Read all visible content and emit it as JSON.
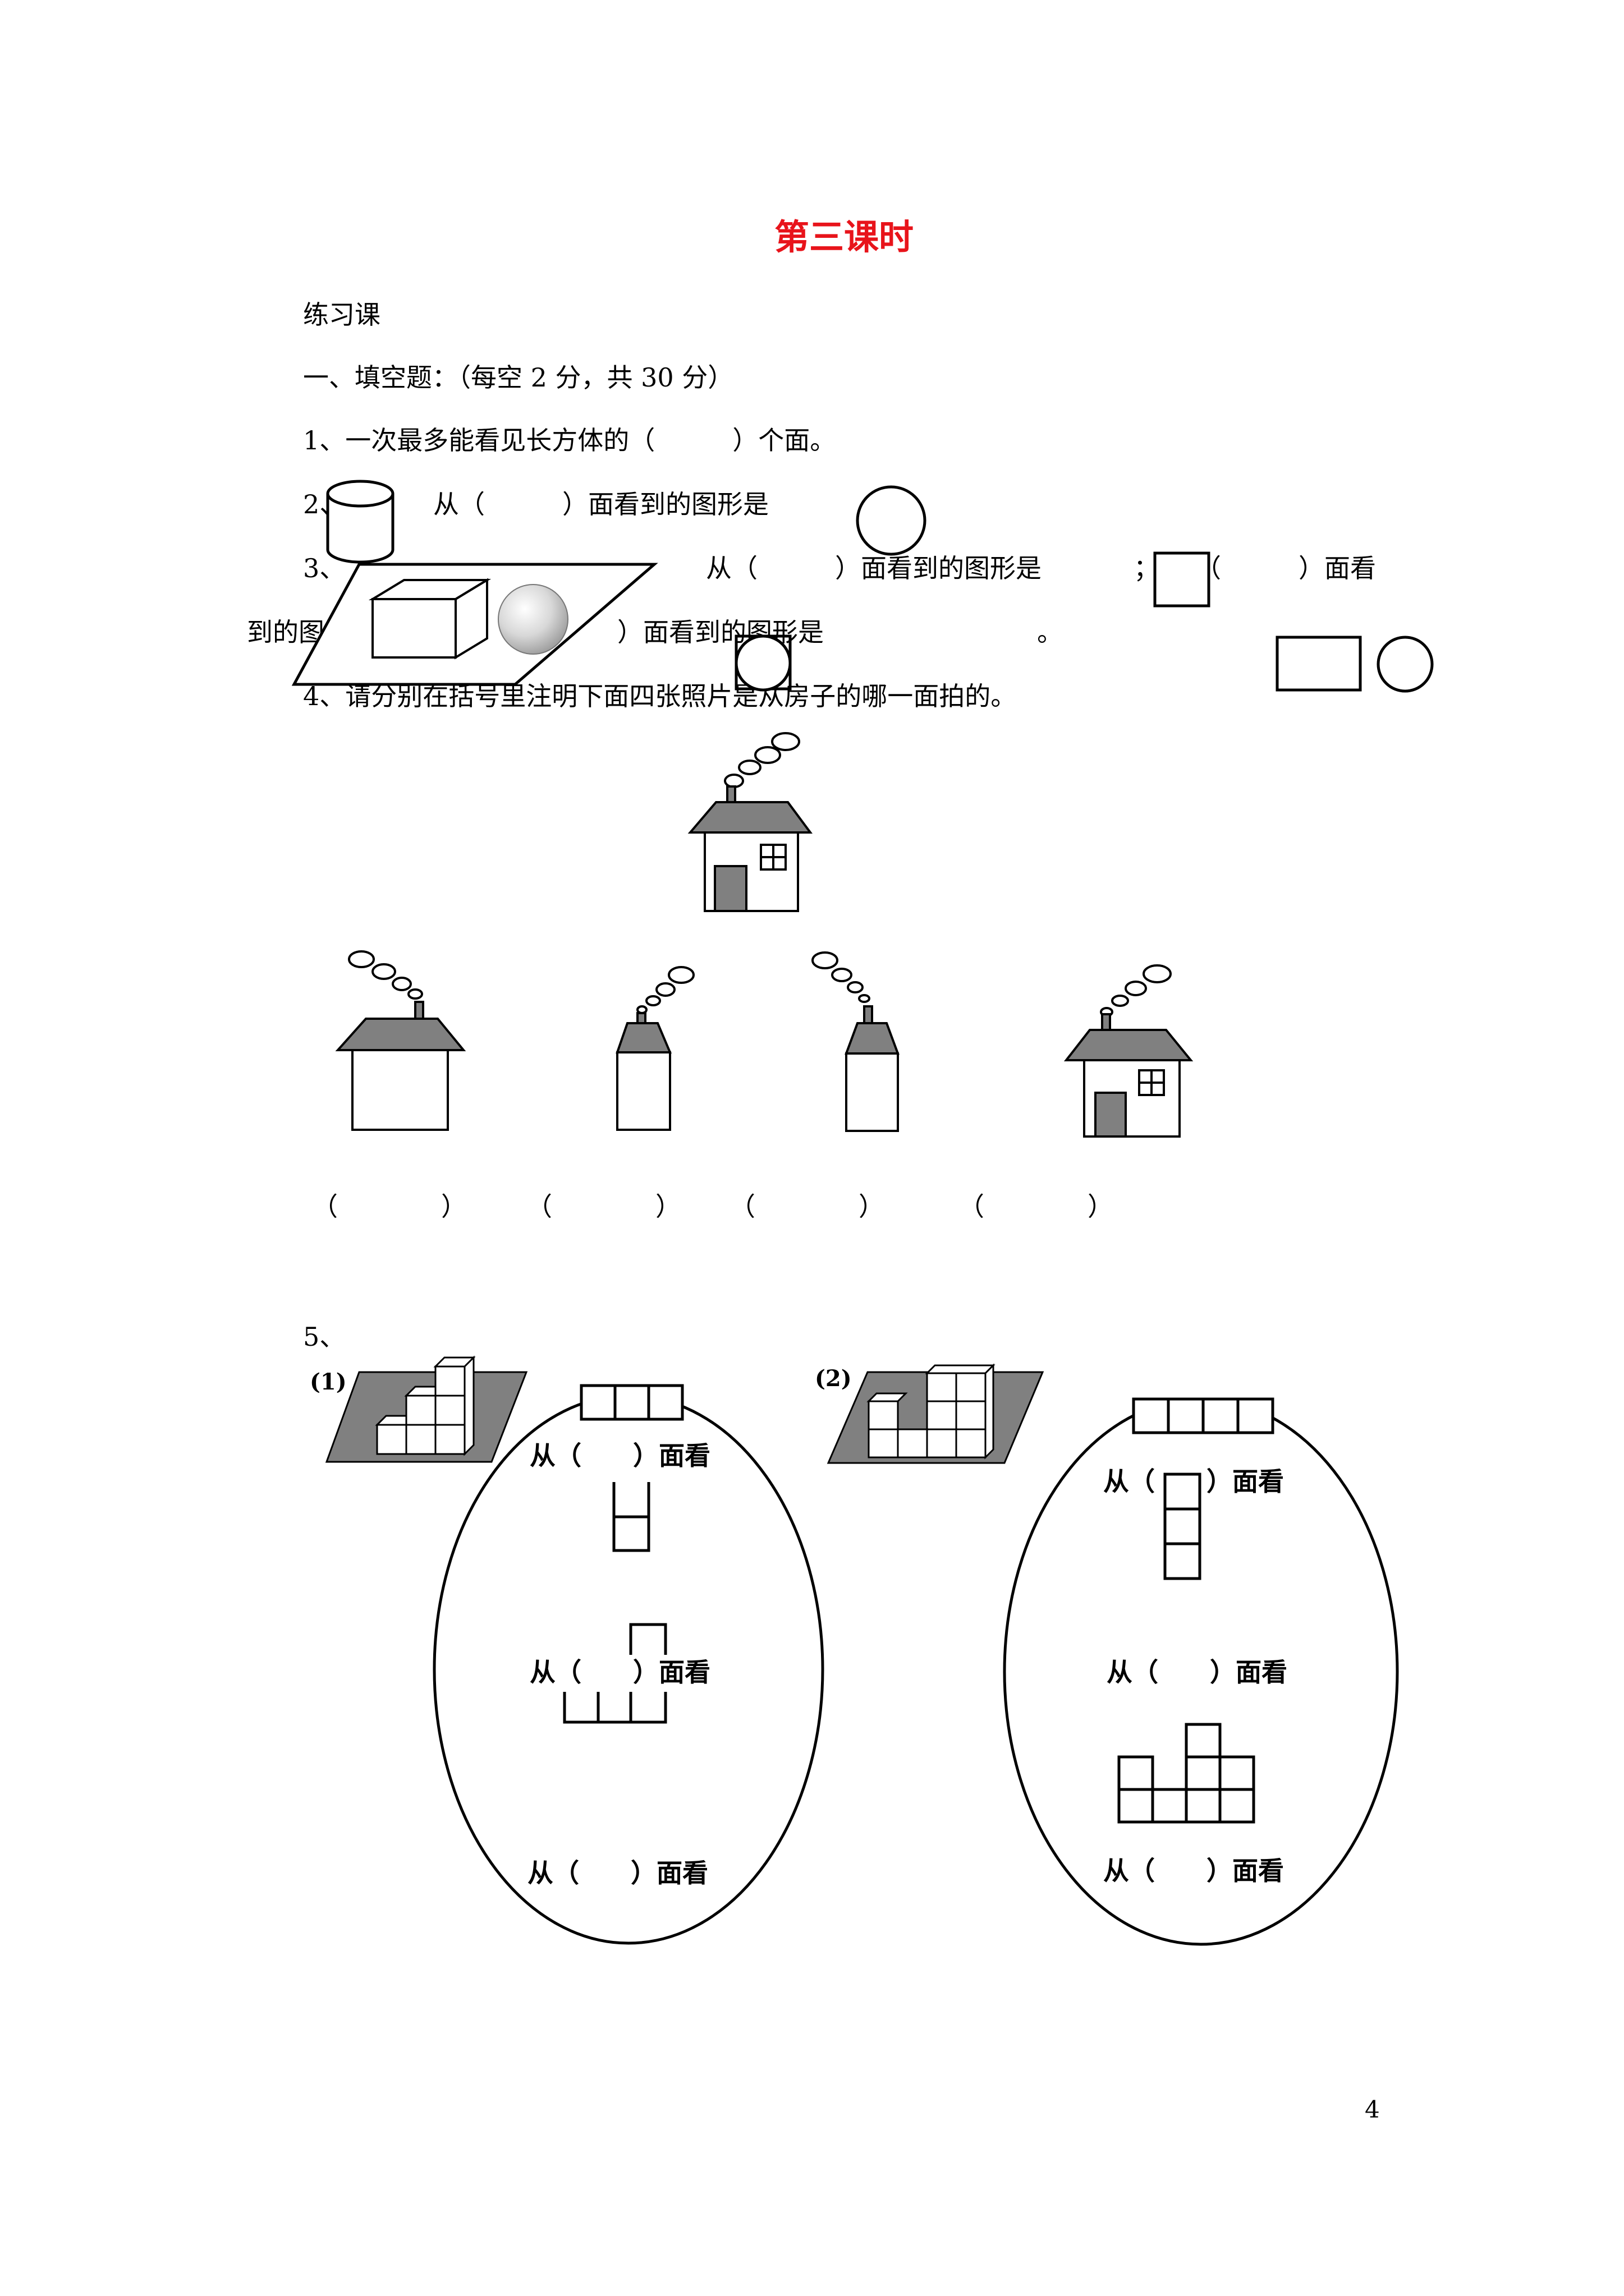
{
  "title": "第三课时",
  "subtitle": "练习课",
  "section1": "一、填空题：（每空 2 分，共 30 分）",
  "q1": "1、一次最多能看见长方体的（　　　）个面。",
  "q2": {
    "num": "2、",
    "text": "从（　　　）面看到的图形是"
  },
  "q3": {
    "num": "3、",
    "part1": "从（　　　）面看到的图形是",
    "part2": "；",
    "part3": "（　　　）面看",
    "line2a": "到的图",
    "line2b": "）面看到的图形是",
    "line2c": "。"
  },
  "q4": {
    "text": "4、请分别在括号里注明下面四张照片是从房子的哪一面拍的。",
    "brackets": [
      "（　　　　）",
      "（　　　　）",
      "（　　　　）",
      "（　　　　）"
    ]
  },
  "q5": {
    "num": "5、",
    "label1": "(1)",
    "label2": "(2)",
    "view_label": "从（　　）面看",
    "left_views": [
      "从（　　）面看",
      "从（　　）面看",
      "从（　　）面看"
    ],
    "right_views": [
      "从（　　）面看",
      "从（　　）面看",
      "从（　　）面看"
    ]
  },
  "page_number": "4"
}
